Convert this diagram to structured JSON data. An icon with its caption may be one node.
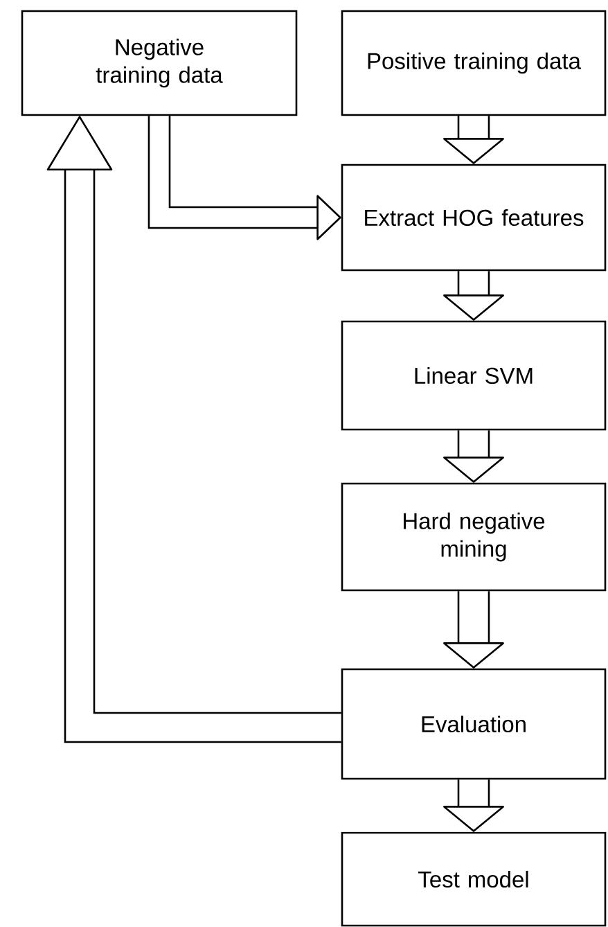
{
  "diagram": {
    "nodes": [
      {
        "text": [
          "Negative training data"
        ]
      },
      {
        "text": [
          "Positive training data"
        ]
      },
      {
        "text": [
          "Extract HOG features"
        ]
      },
      {
        "text": [
          "Linear SVM"
        ]
      },
      {
        "text": [
          "Hard negative mining"
        ]
      },
      {
        "text": [
          "Evaluation"
        ]
      },
      {
        "text": [
          "Test model"
        ]
      }
    ],
    "edges": [
      {
        "from": 0,
        "to": 2,
        "arrow": "to"
      },
      {
        "from": 1,
        "to": 2,
        "arrow": "to"
      },
      {
        "from": 2,
        "to": 3,
        "arrow": "to"
      },
      {
        "from": 3,
        "to": 4,
        "arrow": "to"
      },
      {
        "from": 4,
        "to": 5,
        "arrow": "to"
      },
      {
        "from": 5,
        "to": 0,
        "arrow": "to"
      },
      {
        "from": 5,
        "to": 6,
        "arrow": "to"
      }
    ]
  }
}
